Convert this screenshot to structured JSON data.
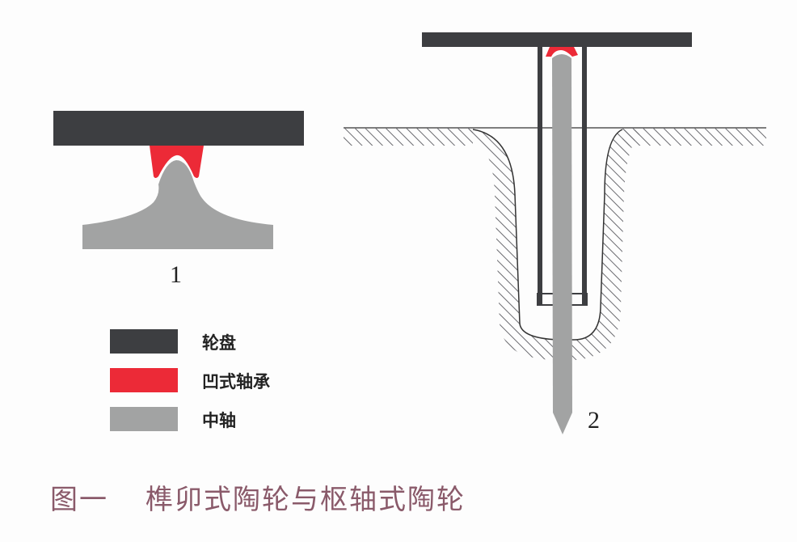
{
  "figure1": {
    "label": "1"
  },
  "figure2": {
    "label": "2"
  },
  "legend": [
    {
      "label": "轮盘",
      "color": "#3d3e41"
    },
    {
      "label": "凹式轴承",
      "color": "#ec2a37"
    },
    {
      "label": "中轴",
      "color": "#a2a3a3"
    }
  ],
  "caption": {
    "number": "图一",
    "title": "榫卯式陶轮与枢轴式陶轮"
  }
}
